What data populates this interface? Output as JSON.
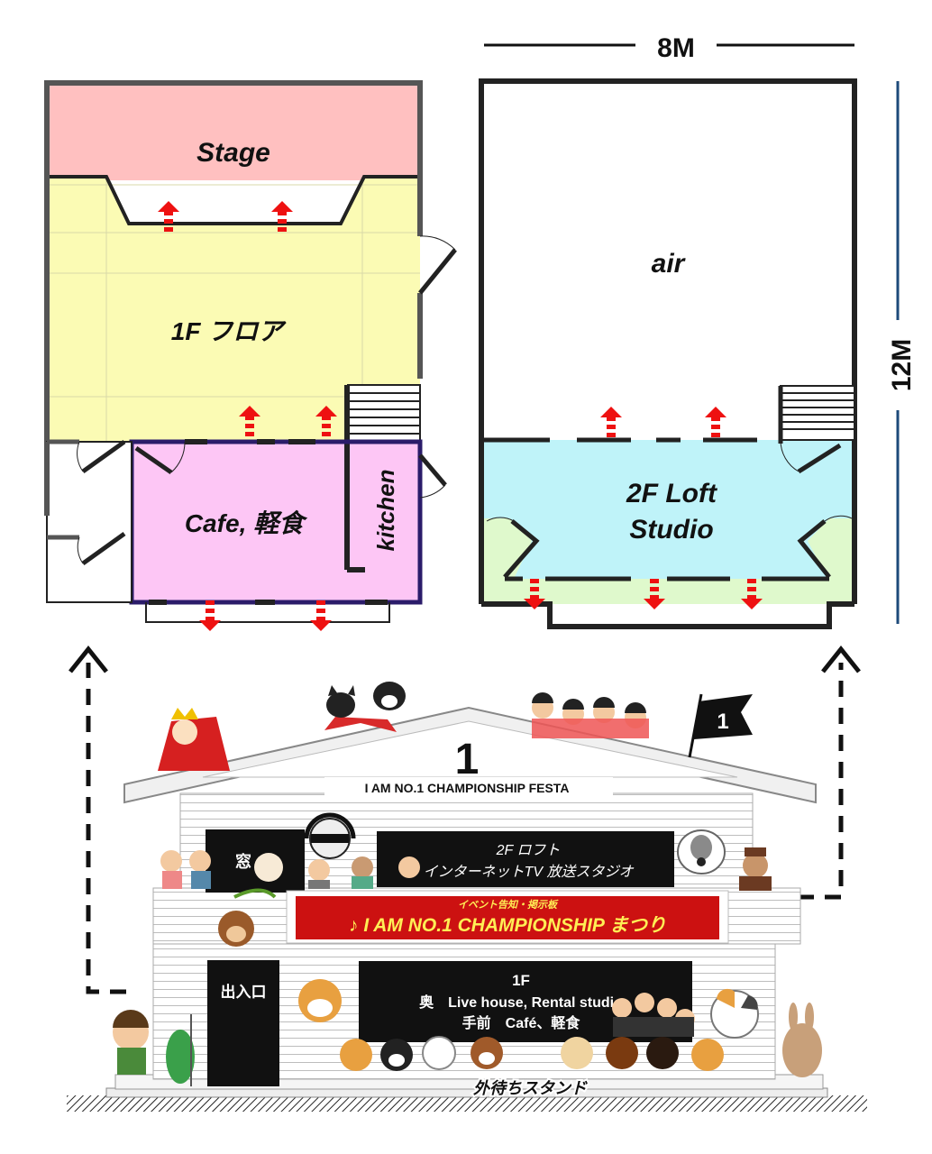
{
  "floor1": {
    "stage_label": "Stage",
    "floor_label": "1F フロア",
    "cafe_label": "Cafe, 軽食",
    "kitchen_label": "kitchen"
  },
  "floor2": {
    "air_label": "air",
    "loft_label_line1": "2F Loft",
    "loft_label_line2": "Studio"
  },
  "dimensions": {
    "width_label": "8M",
    "height_label": "12M"
  },
  "building": {
    "roof_number": "1",
    "festa_title": "I AM NO.1 CHAMPIONSHIP FESTA",
    "window_label": "窓",
    "loft_sign_line1": "2F ロフト",
    "loft_sign_line2": "インターネットTV 放送スタジオ",
    "banner_small": "イベント告知・掲示板",
    "banner_main": "♪ I AM NO.1 CHAMPIONSHIP まつり",
    "entrance_label": "出入口",
    "sign1_line1": "1F",
    "sign1_line2": "奥　Live house, Rental studio",
    "sign1_line3": "手前　Café、軽食",
    "stand_label": "外待ちスタンド",
    "flag_number": "1"
  },
  "colors": {
    "stage": "#ffc0c0",
    "floor1": "#fbfbb4",
    "cafe": "#fdc6f5",
    "loft": "#bff3f9",
    "loft_side": "#dff9cc",
    "arrow": "#ee1111",
    "banner": "#cc1111",
    "dimension_line": "#1d4a7a"
  }
}
